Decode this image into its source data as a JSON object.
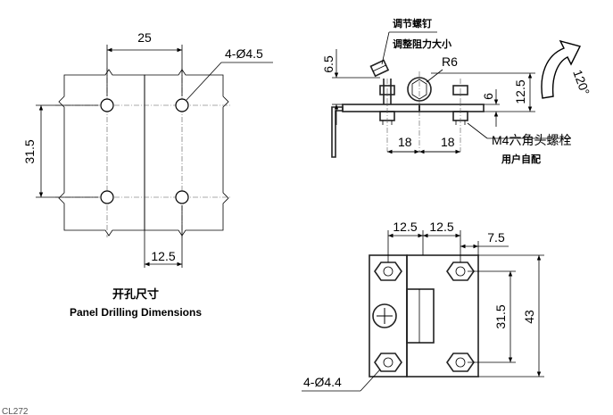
{
  "panel": {
    "width_dim": "25",
    "height_dim": "31.5",
    "offset_dim": "12.5",
    "hole_label": "4-Ø4.5",
    "caption_cn": "开孔尺寸",
    "caption_en": "Panel Drilling Dimensions",
    "colors": {
      "left_plate": "#d2d2d2",
      "right_plate": "#a9a9a9"
    }
  },
  "side_view": {
    "note_adjust_screw": "调节螺钉",
    "note_adjust_force": "调整阻力大小",
    "radius_label": "R6",
    "dim_height": "6.5",
    "dim_thickness": "6",
    "dim_right": "12.5",
    "dim_left_span": "18",
    "dim_right_span": "18",
    "bolt_label": "M4六角头螺栓",
    "bolt_note": "用户自配",
    "angle_label": "120°"
  },
  "front_view": {
    "dim_a": "12.5",
    "dim_b": "12.5",
    "dim_c": "7.5",
    "dim_height_inner": "31.5",
    "dim_height_total": "43",
    "hole_label": "4-Ø4.4"
  },
  "corner_code": "CL272"
}
